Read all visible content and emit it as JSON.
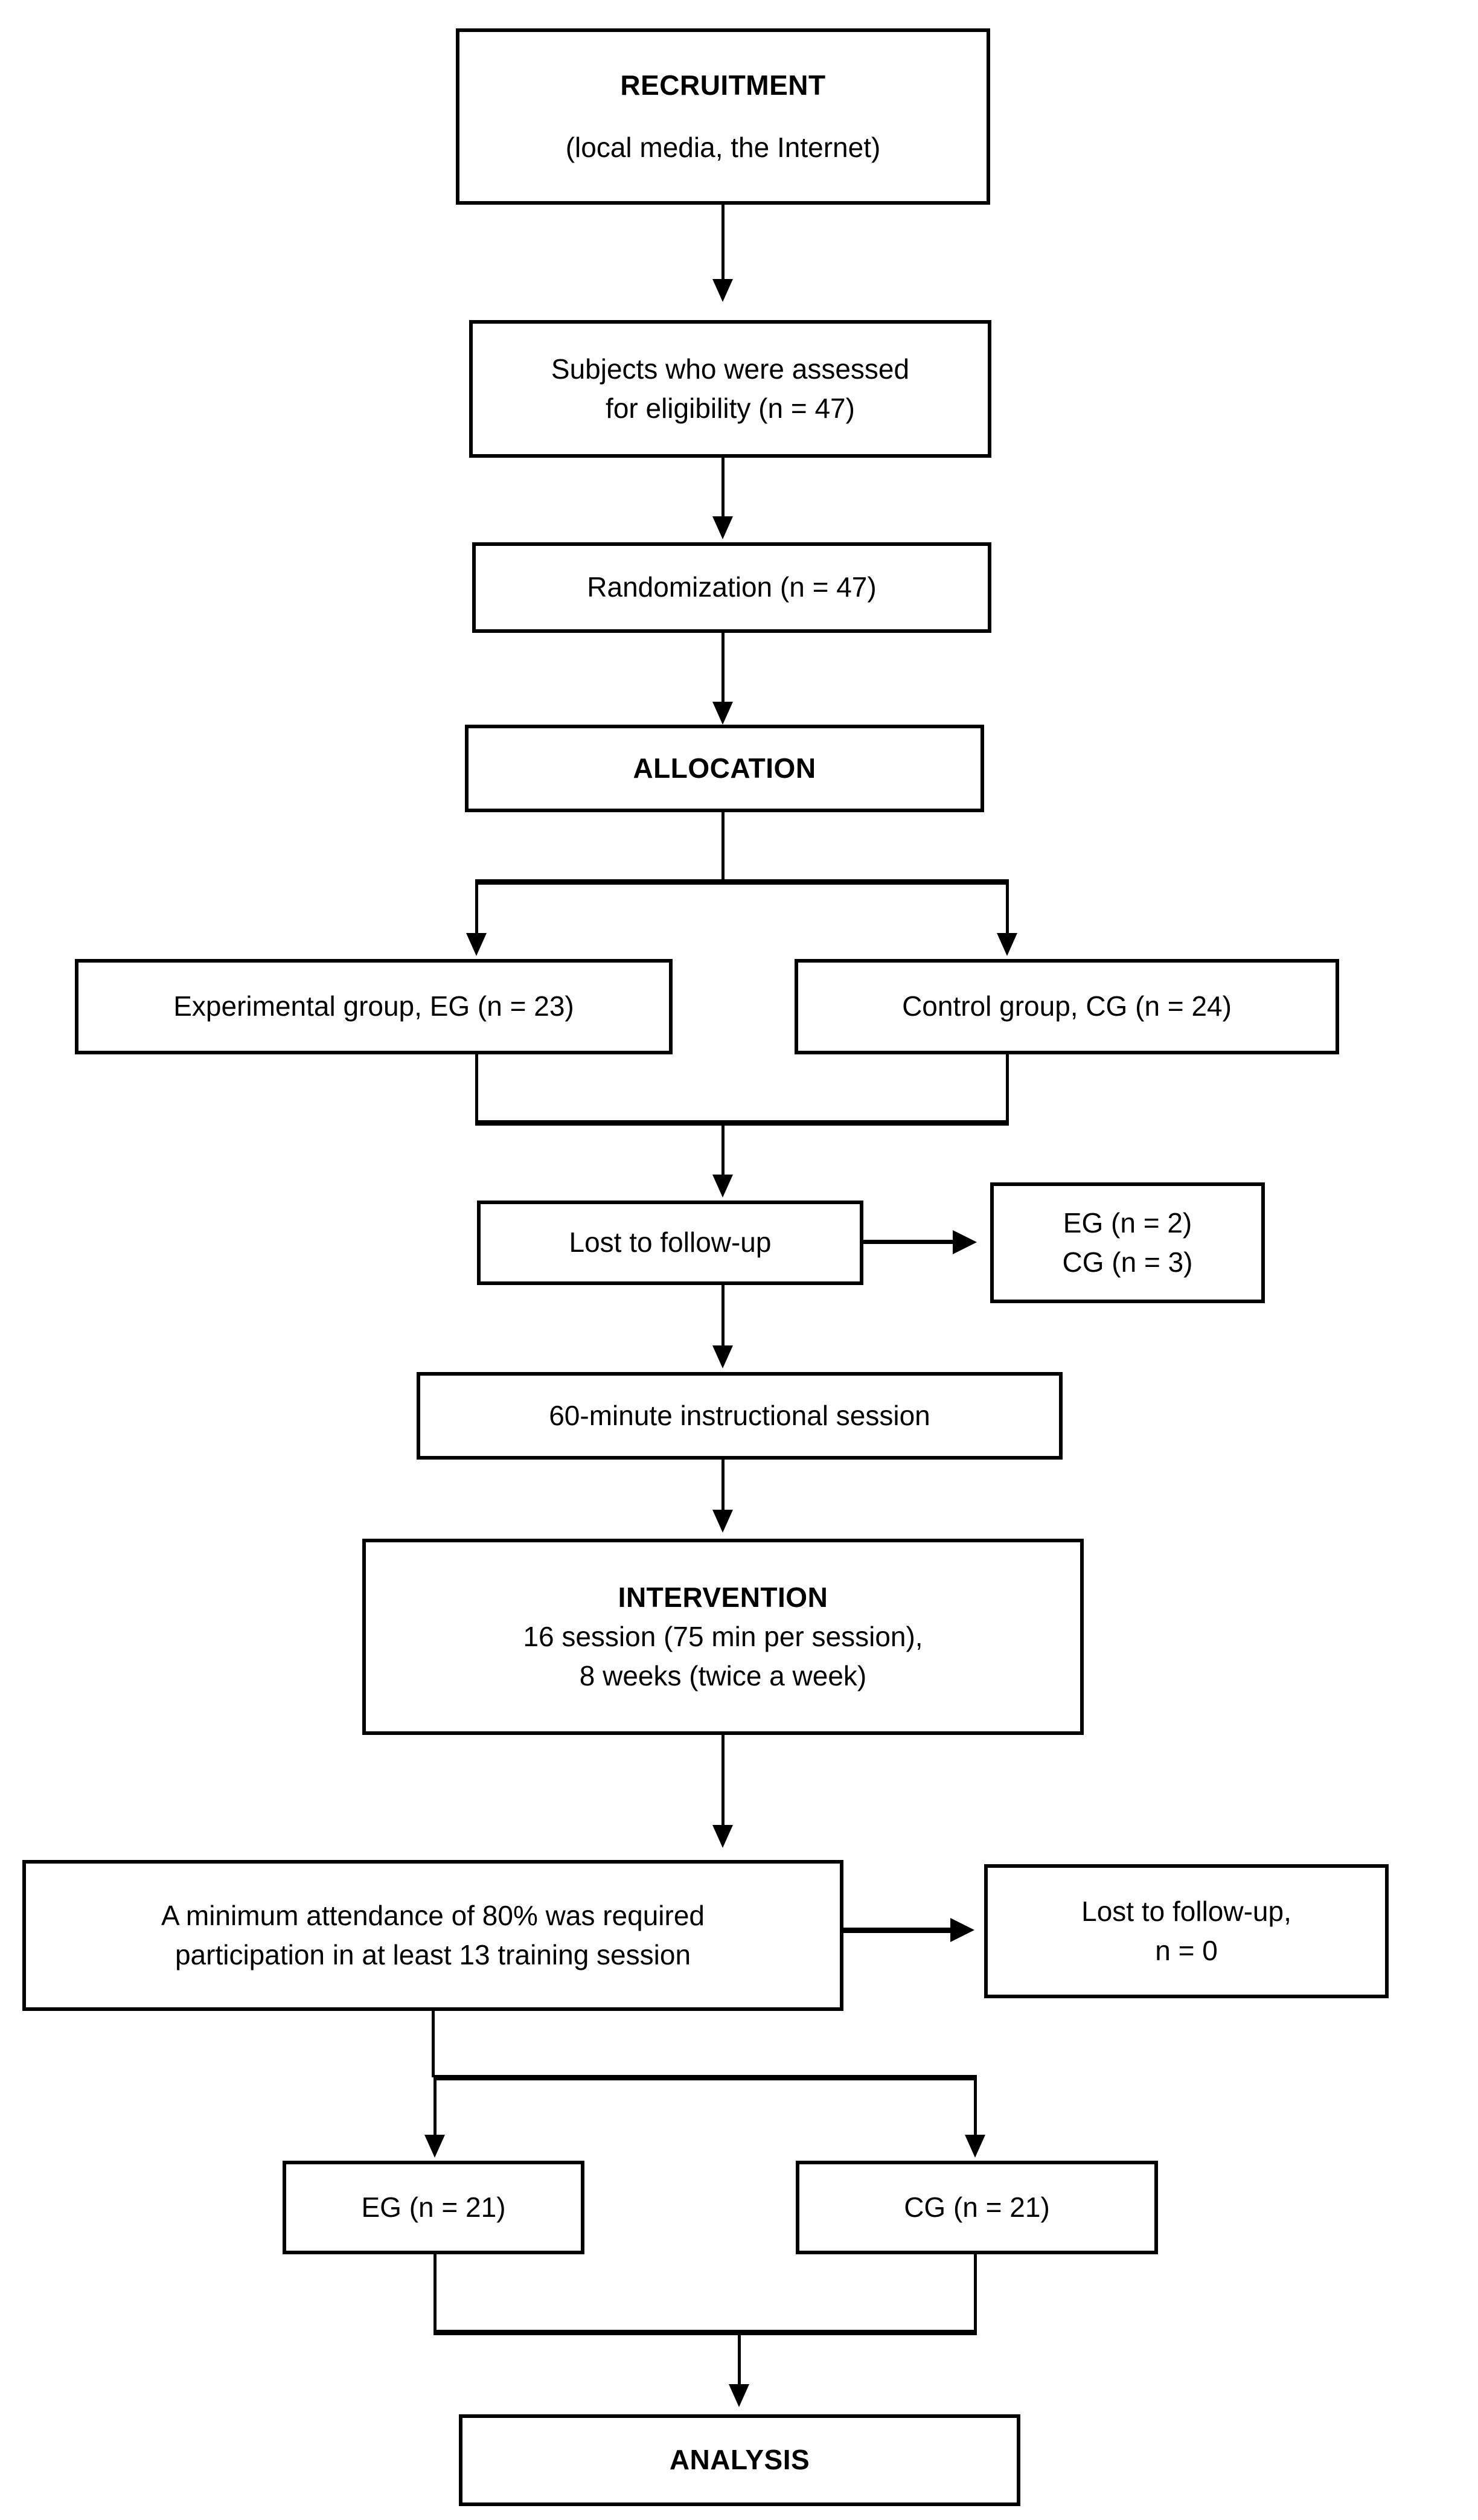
{
  "diagram": {
    "title": "CONSORT participant flow diagram",
    "stroke_color": "#000000",
    "background_color": "#ffffff",
    "nodes": {
      "recruitment": {
        "heading": "RECRUITMENT",
        "detail": "(local media, the Internet)"
      },
      "eligibility": {
        "line1": "Subjects who were assessed",
        "line2": "for eligibility (n = 47)"
      },
      "randomization": {
        "line1": "Randomization (n = 47)"
      },
      "allocation": {
        "heading": "ALLOCATION"
      },
      "experimental_group": {
        "line1": "Experimental group, EG (n = 23)"
      },
      "control_group": {
        "line1": "Control group, CG (n = 24)"
      },
      "lost_followup_1": {
        "line1": "Lost to follow-up"
      },
      "lost_followup_1_counts": {
        "line1": "EG (n = 2)",
        "line2": "CG (n = 3)"
      },
      "instructional_session": {
        "line1": "60-minute instructional session"
      },
      "intervention": {
        "heading": "INTERVENTION",
        "line1": "16 session (75 min per session),",
        "line2": "8 weeks (twice a week)"
      },
      "attendance_requirement": {
        "line1": "A minimum attendance of 80% was required",
        "line2": "participation in at least 13 training session"
      },
      "lost_followup_2": {
        "line1": "Lost to follow-up,",
        "line2": "n = 0"
      },
      "eg_final": {
        "line1": "EG (n = 21)"
      },
      "cg_final": {
        "line1": "CG (n = 21)"
      },
      "analysis": {
        "heading": "ANALYSIS"
      }
    }
  }
}
